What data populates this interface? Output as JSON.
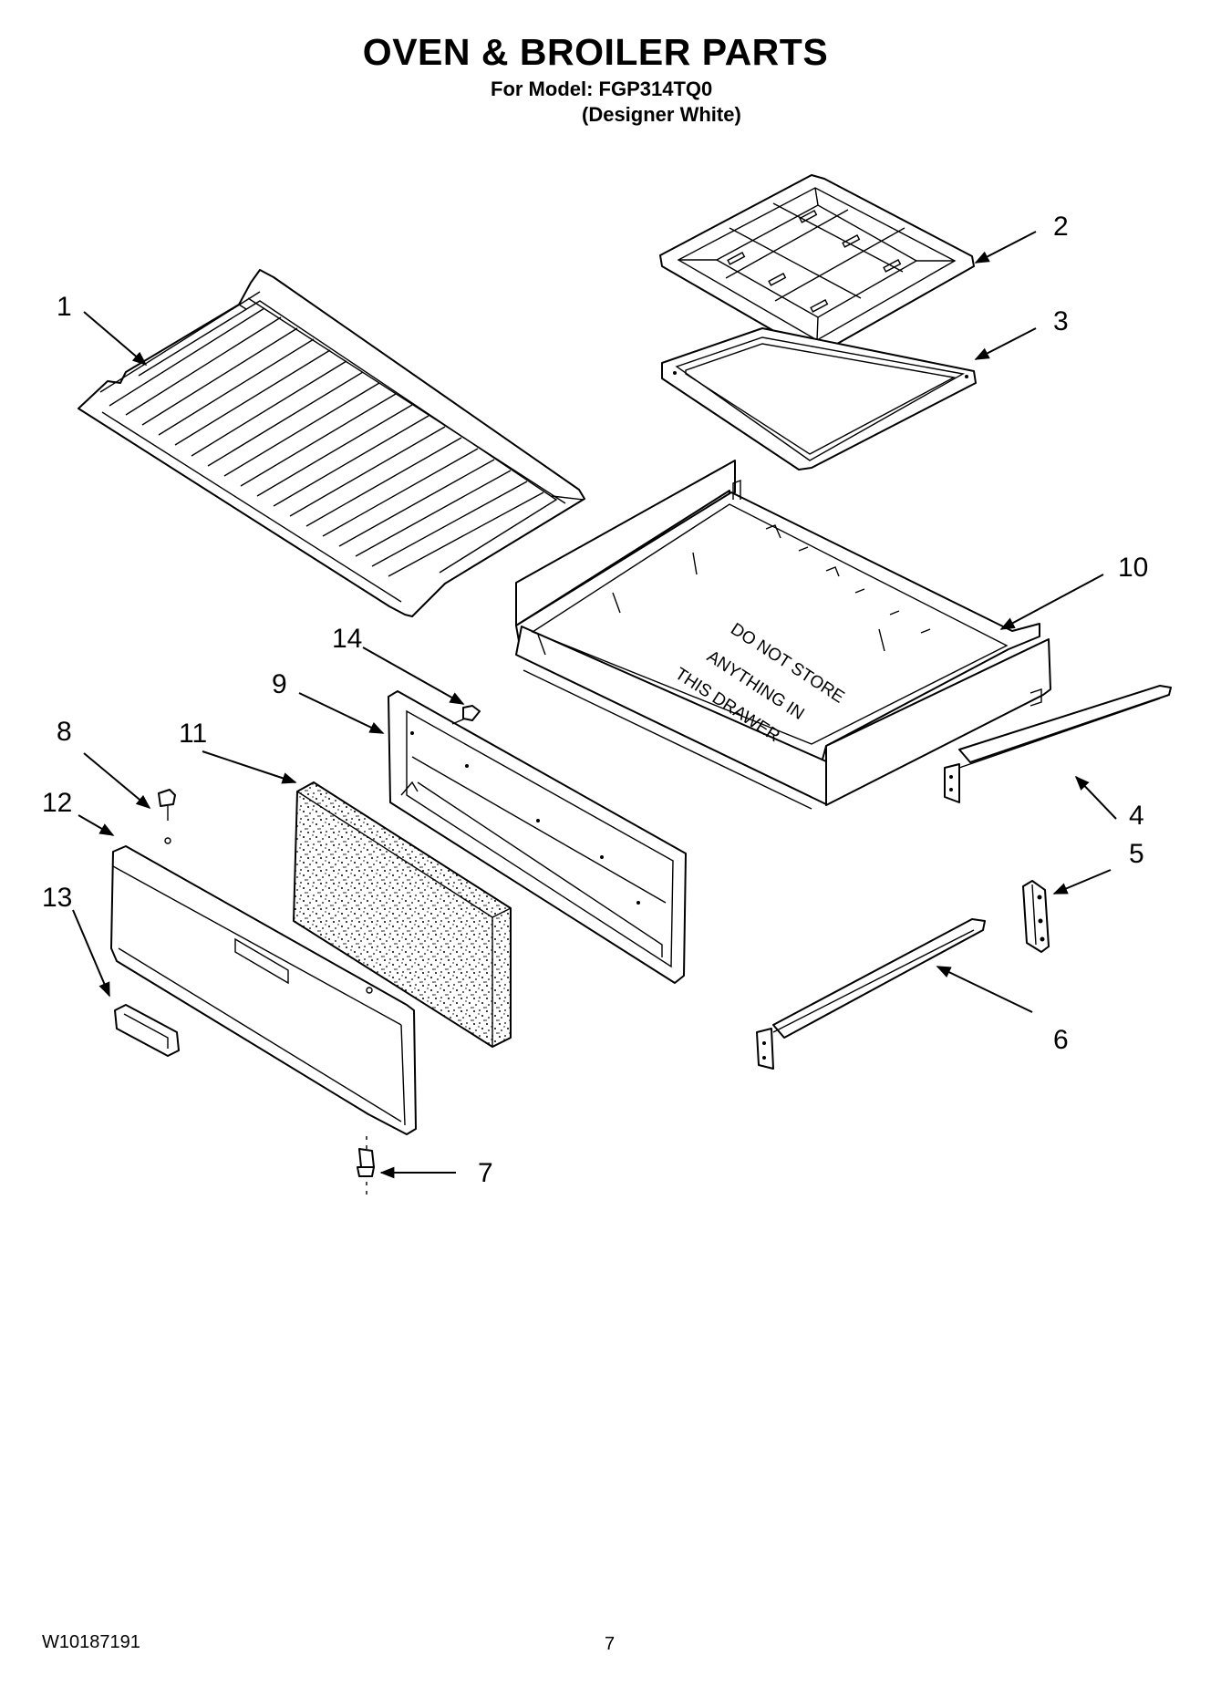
{
  "header": {
    "title": "OVEN & BROILER PARTS",
    "model_line": "For Model: FGP314TQ0",
    "variant_line": "(Designer White)"
  },
  "drawer_warning": [
    "DO NOT STORE",
    "ANYTHING IN",
    "THIS DRAWER"
  ],
  "callouts": [
    "1",
    "2",
    "3",
    "4",
    "5",
    "6",
    "7",
    "8",
    "9",
    "10",
    "11",
    "12",
    "13",
    "14"
  ],
  "footer": {
    "doc_id": "W10187191",
    "page_number": "7"
  }
}
